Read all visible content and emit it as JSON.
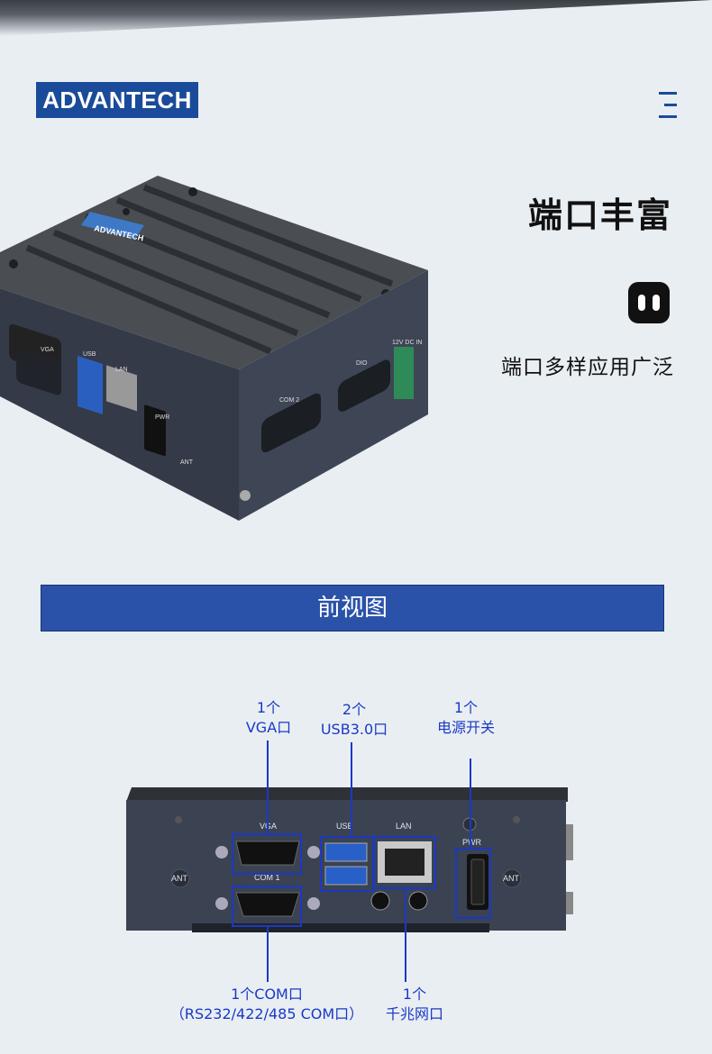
{
  "brand": {
    "logo_text": "ADVANTECH",
    "color": "#1a4b9a"
  },
  "hero": {
    "title": "端口丰富",
    "subtitle": "端口多样应用广泛",
    "icon": "power-outlet-icon"
  },
  "front_view": {
    "section_title": "前视图",
    "callouts": {
      "vga": {
        "count": "1个",
        "label": "VGA口"
      },
      "usb": {
        "count": "2个",
        "label": "USB3.0口"
      },
      "power": {
        "count": "1个",
        "label": "电源开关"
      },
      "com": {
        "count": "1个COM口",
        "label": "（RS232/422/485 COM口）"
      },
      "lan": {
        "count": "1个",
        "label": "千兆网口"
      }
    },
    "panel_labels": {
      "vga": "VGA",
      "usb": "USB",
      "lan": "LAN",
      "pwr": "PWR",
      "com1": "COM 1",
      "ant_left": "ANT",
      "ant_right": "ANT"
    }
  },
  "product_image_labels": {
    "logo": "ADVANTECH",
    "vga": "VGA",
    "usb": "USB",
    "lan": "LAN",
    "pwr": "PWR",
    "com2": "COM 2",
    "dio": "DIO",
    "dc_in": "12V DC IN",
    "ant": "ANT"
  },
  "colors": {
    "accent": "#1a39c4",
    "section_bar": "#2a52a8",
    "device_body": "#3b4252"
  }
}
